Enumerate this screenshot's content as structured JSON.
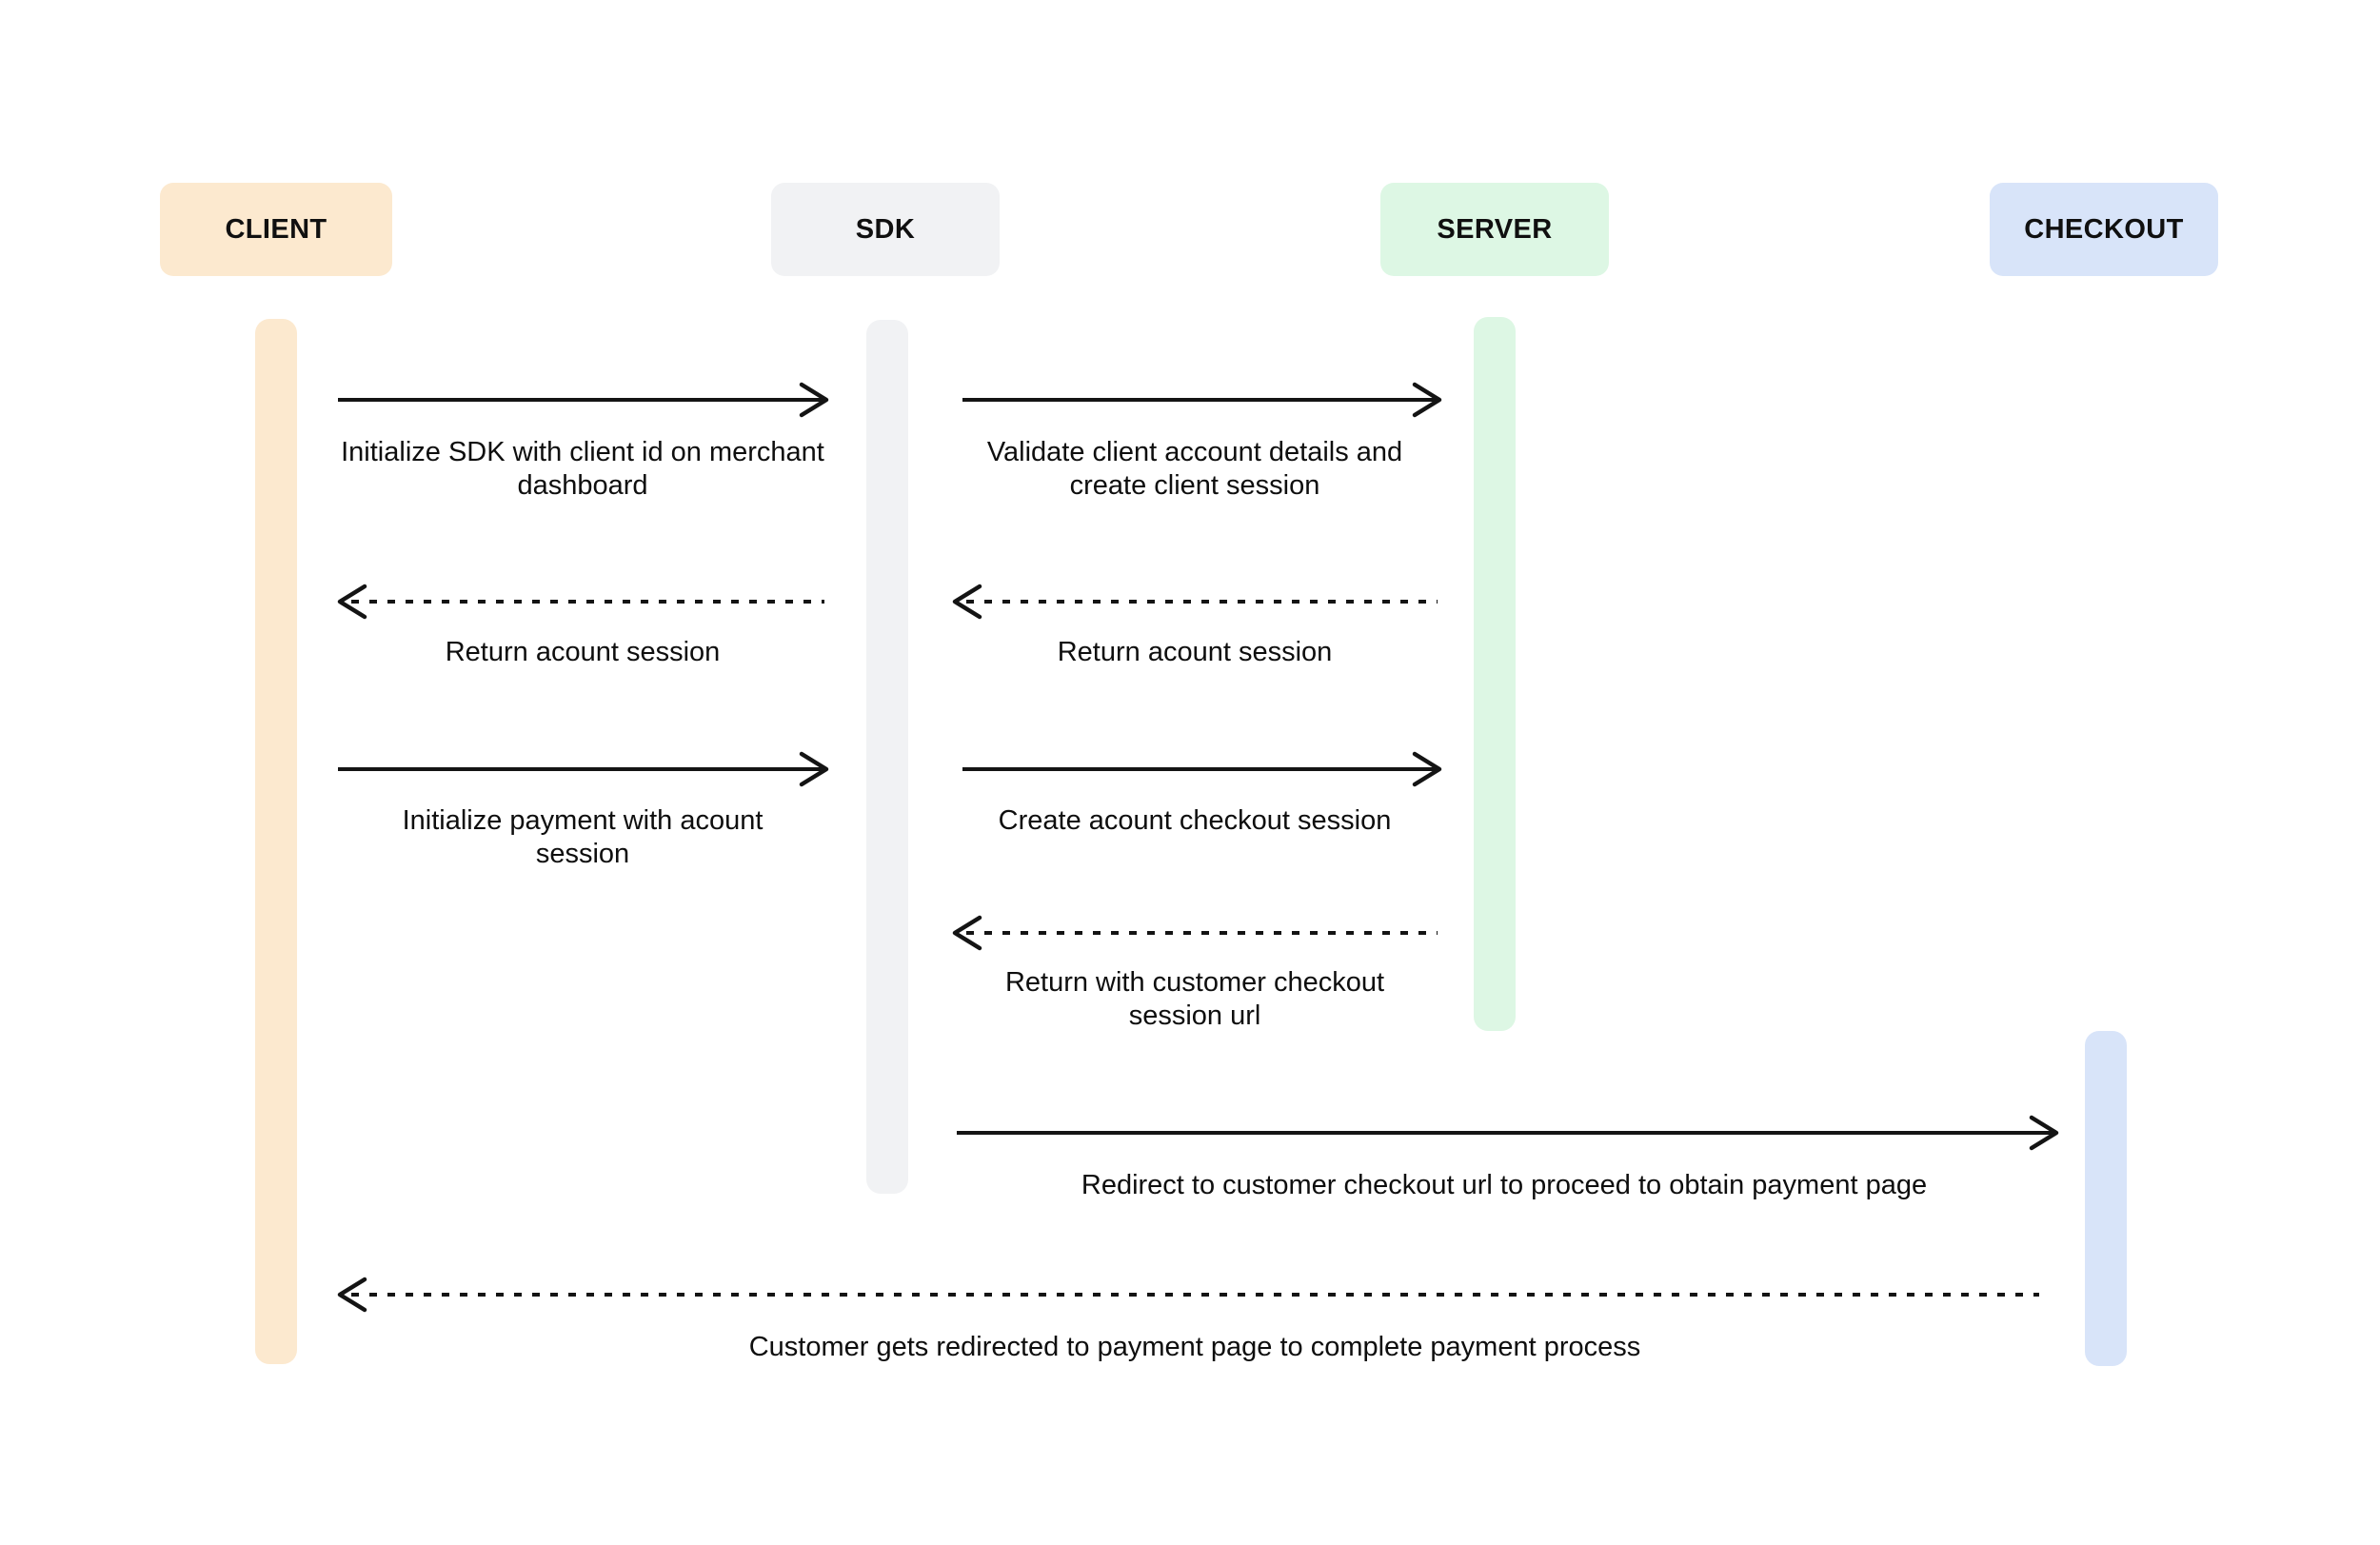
{
  "diagram": {
    "actors": [
      {
        "id": "client",
        "label": "CLIENT",
        "color": "#FCE9CF"
      },
      {
        "id": "sdk",
        "label": "SDK",
        "color": "#F1F2F4"
      },
      {
        "id": "server",
        "label": "SERVER",
        "color": "#DDF7E4"
      },
      {
        "id": "checkout",
        "label": "CHECKOUT",
        "color": "#D8E4F9"
      }
    ],
    "messages": [
      {
        "from": "client",
        "to": "sdk",
        "style": "solid",
        "label": "Initialize SDK with client id on merchant dashboard"
      },
      {
        "from": "sdk",
        "to": "server",
        "style": "solid",
        "label": "Validate client account details and create client session"
      },
      {
        "from": "sdk",
        "to": "client",
        "style": "dashed",
        "label": "Return acount session"
      },
      {
        "from": "server",
        "to": "sdk",
        "style": "dashed",
        "label": "Return acount session"
      },
      {
        "from": "client",
        "to": "sdk",
        "style": "solid",
        "label": "Initialize payment with acount session"
      },
      {
        "from": "sdk",
        "to": "server",
        "style": "solid",
        "label": "Create acount checkout session"
      },
      {
        "from": "server",
        "to": "sdk",
        "style": "dashed",
        "label": "Return with customer checkout session url"
      },
      {
        "from": "sdk",
        "to": "checkout",
        "style": "solid",
        "label": "Redirect to customer checkout url to proceed to obtain payment page"
      },
      {
        "from": "checkout",
        "to": "client",
        "style": "dashed",
        "label": "Customer gets redirected to payment page to complete payment process"
      }
    ]
  }
}
